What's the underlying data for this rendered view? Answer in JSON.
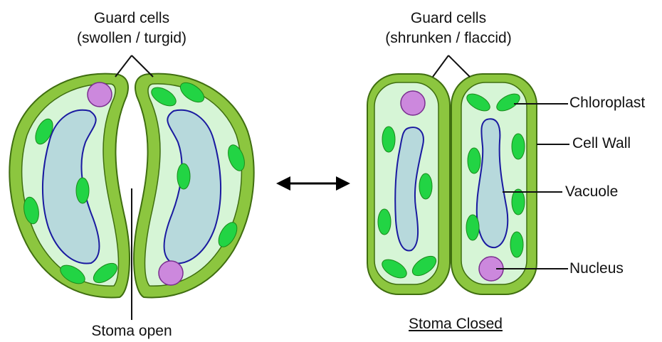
{
  "open_stoma": {
    "title": "Guard cells",
    "subtitle": "(swollen / turgid)",
    "caption": "Stoma open"
  },
  "closed_stoma": {
    "title": "Guard cells",
    "subtitle": "(shrunken / flaccid)",
    "caption": "Stoma Closed"
  },
  "labels": {
    "chloroplast": "Chloroplast",
    "cell_wall": "Cell Wall",
    "vacuole": "Vacuole",
    "nucleus": "Nucleus"
  },
  "colors": {
    "cell_wall": "#8cc63f",
    "cell_wall_dark": "#3f6e10",
    "cytoplasm": "#d6f5d6",
    "vacuole_fill": "#b7d9dc",
    "vacuole_outline": "#1a1aa0",
    "chloroplast": "#22d444",
    "chloroplast_outline": "#1a8a1a",
    "nucleus": "#cc88dd",
    "nucleus_outline": "#7a2e8f",
    "arrow": "#000000"
  }
}
